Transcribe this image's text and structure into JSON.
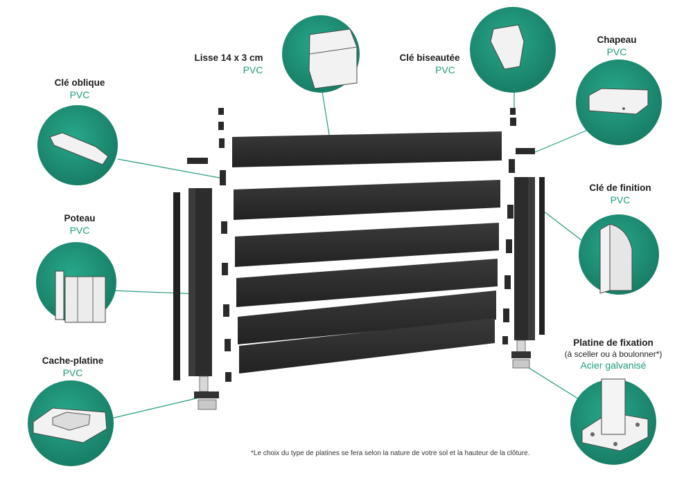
{
  "components": [
    {
      "id": "lisse",
      "name": "Lisse 14 x 3 cm",
      "material": "PVC"
    },
    {
      "id": "cle-biseautee",
      "name": "Clé biseautée",
      "material": "PVC"
    },
    {
      "id": "chapeau",
      "name": "Chapeau",
      "material": "PVC"
    },
    {
      "id": "cle-oblique",
      "name": "Clé oblique",
      "material": "PVC"
    },
    {
      "id": "cle-finition",
      "name": "Clé de finition",
      "material": "PVC"
    },
    {
      "id": "poteau",
      "name": "Poteau",
      "material": "PVC"
    },
    {
      "id": "cache-platine",
      "name": "Cache-platine",
      "material": "PVC"
    },
    {
      "id": "platine",
      "name": "Platine de fixation",
      "note": "(à sceller ou à boulonner*)",
      "material": "Acier galvanisé"
    }
  ],
  "footnote": "*Le choix du type de platines se fera selon la nature de votre sol et la hauteur de la clôture.",
  "colors": {
    "accent": "#1f9a7d",
    "circle": "#1e8f75",
    "panel": "#2b2b2b",
    "text": "#1c1c1c"
  }
}
